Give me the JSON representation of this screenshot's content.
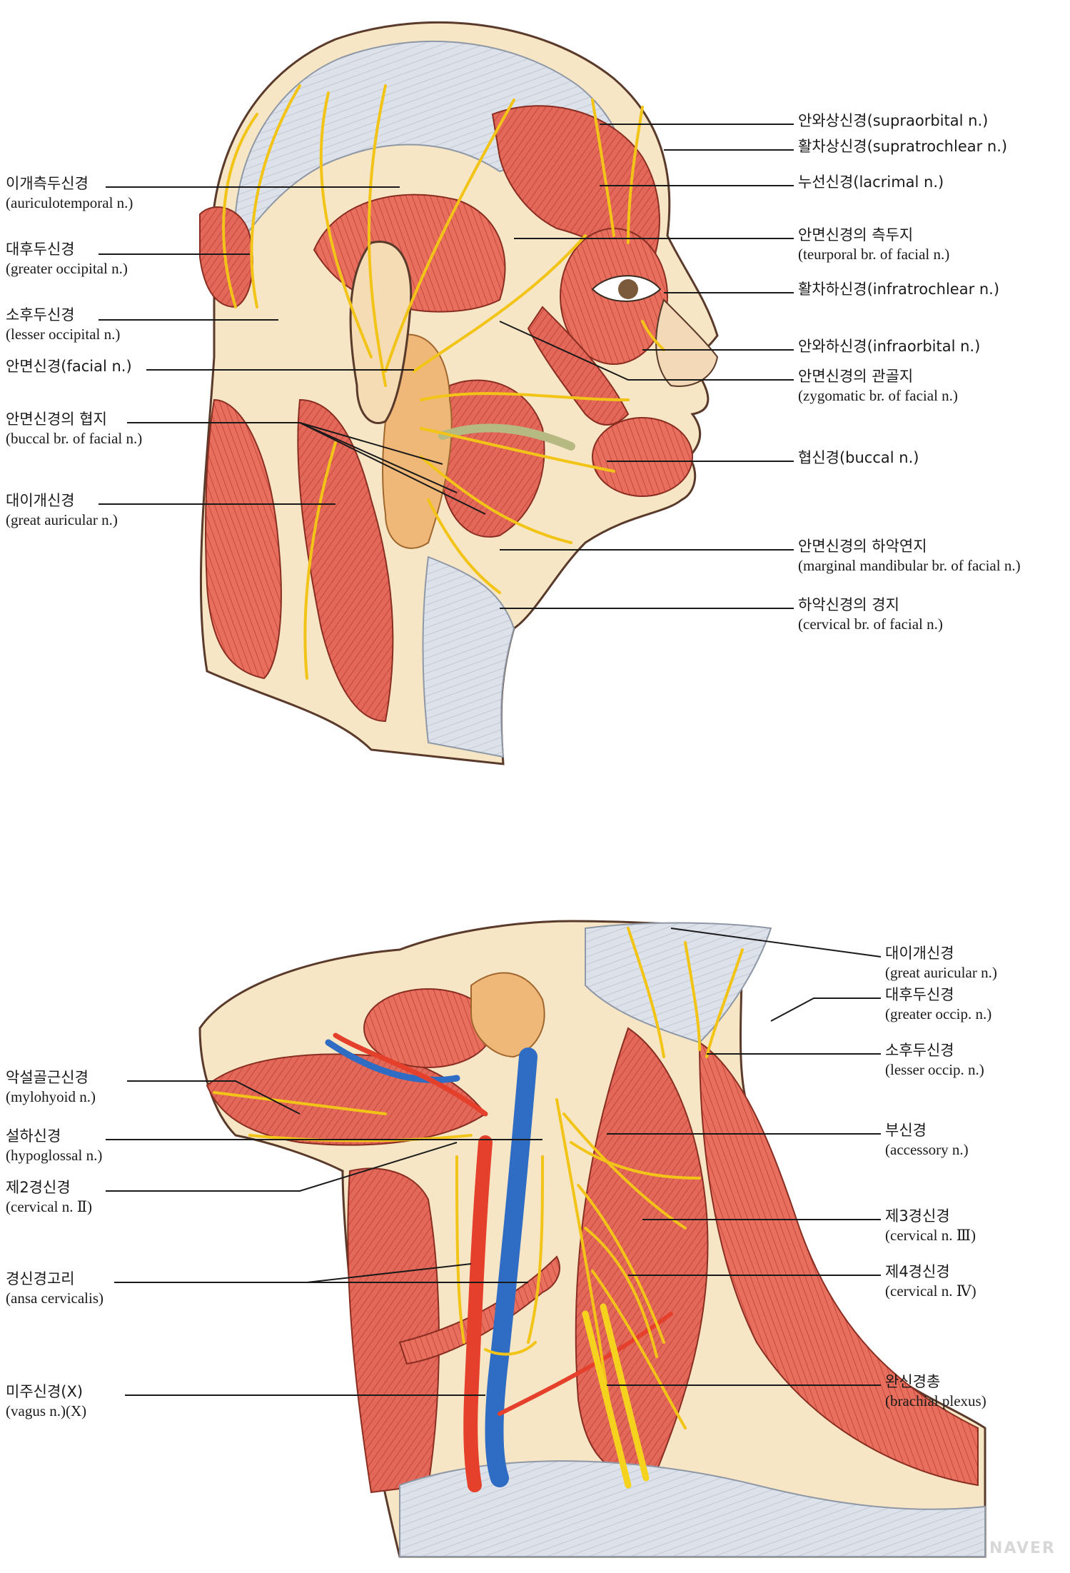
{
  "top": {
    "left_labels": [
      {
        "id": "auriculotemporal",
        "ko": "이개측두신경",
        "en": "(auriculotemporal n.)"
      },
      {
        "id": "greater-occipital",
        "ko": "대후두신경",
        "en": "(greater occipital n.)"
      },
      {
        "id": "lesser-occipital",
        "ko": "소후두신경",
        "en": "(lesser occipital n.)"
      },
      {
        "id": "facial",
        "ko": "안면신경(facial n.)",
        "en": ""
      },
      {
        "id": "buccal-branch",
        "ko": "안면신경의 협지",
        "en": "(buccal br. of facial n.)"
      },
      {
        "id": "great-auricular",
        "ko": "대이개신경",
        "en": "(great auricular n.)"
      }
    ],
    "right_labels": [
      {
        "id": "supraorbital",
        "ko": "안와상신경(supraorbital n.)",
        "en": ""
      },
      {
        "id": "supratrochlear",
        "ko": "활차상신경(supratrochlear n.)",
        "en": ""
      },
      {
        "id": "lacrimal",
        "ko": "누선신경(lacrimal n.)",
        "en": ""
      },
      {
        "id": "temporal-branch",
        "ko": "안면신경의 측두지",
        "en": "(teurporal br. of facial n.)"
      },
      {
        "id": "infratrochlear",
        "ko": "활차하신경(infratrochlear n.)",
        "en": ""
      },
      {
        "id": "infraorbital",
        "ko": "안와하신경(infraorbital n.)",
        "en": ""
      },
      {
        "id": "zygomatic-branch",
        "ko": "안면신경의 관골지",
        "en": "(zygomatic br. of facial n.)"
      },
      {
        "id": "buccal",
        "ko": "협신경(buccal n.)",
        "en": ""
      },
      {
        "id": "marginal-mandibular",
        "ko": "안면신경의 하악연지",
        "en": "(marginal mandibular br. of facial n.)"
      },
      {
        "id": "cervical-branch",
        "ko": "하악신경의 경지",
        "en": "(cervical br. of facial n.)"
      }
    ]
  },
  "bottom": {
    "left_labels": [
      {
        "id": "mylohyoid",
        "ko": "악설골근신경",
        "en": "(mylohyoid n.)"
      },
      {
        "id": "hypoglossal",
        "ko": "설하신경",
        "en": "(hypoglossal n.)"
      },
      {
        "id": "cervical-2",
        "ko": "제2경신경",
        "en": "(cervical n. Ⅱ)"
      },
      {
        "id": "ansa-cervicalis",
        "ko": "경신경고리",
        "en": "(ansa cervicalis)"
      },
      {
        "id": "vagus",
        "ko": "미주신경(X)",
        "en": "(vagus n.)(X)"
      }
    ],
    "right_labels": [
      {
        "id": "great-auricular-2",
        "ko": "대이개신경",
        "en": "(great auricular n.)"
      },
      {
        "id": "greater-occip",
        "ko": "대후두신경",
        "en": "(greater occip. n.)"
      },
      {
        "id": "lesser-occip",
        "ko": "소후두신경",
        "en": "(lesser occip. n.)"
      },
      {
        "id": "accessory",
        "ko": "부신경",
        "en": "(accessory n.)"
      },
      {
        "id": "cervical-3",
        "ko": "제3경신경",
        "en": "(cervical n. Ⅲ)"
      },
      {
        "id": "cervical-4",
        "ko": "제4경신경",
        "en": "(cervical n. Ⅳ)"
      },
      {
        "id": "brachial-plexus",
        "ko": "완신경총",
        "en": "(brachial plexus)"
      }
    ]
  },
  "watermark": "NAVER",
  "colors": {
    "muscle": "#e2685a",
    "muscle_light": "#f4a494",
    "nerve": "#f2c418",
    "vein": "#2f6cc4",
    "artery": "#e5402c",
    "fascia": "#d7dde6",
    "skin": "#f7e6c6",
    "gland": "#f0b878",
    "outline": "#5a3a2a"
  }
}
